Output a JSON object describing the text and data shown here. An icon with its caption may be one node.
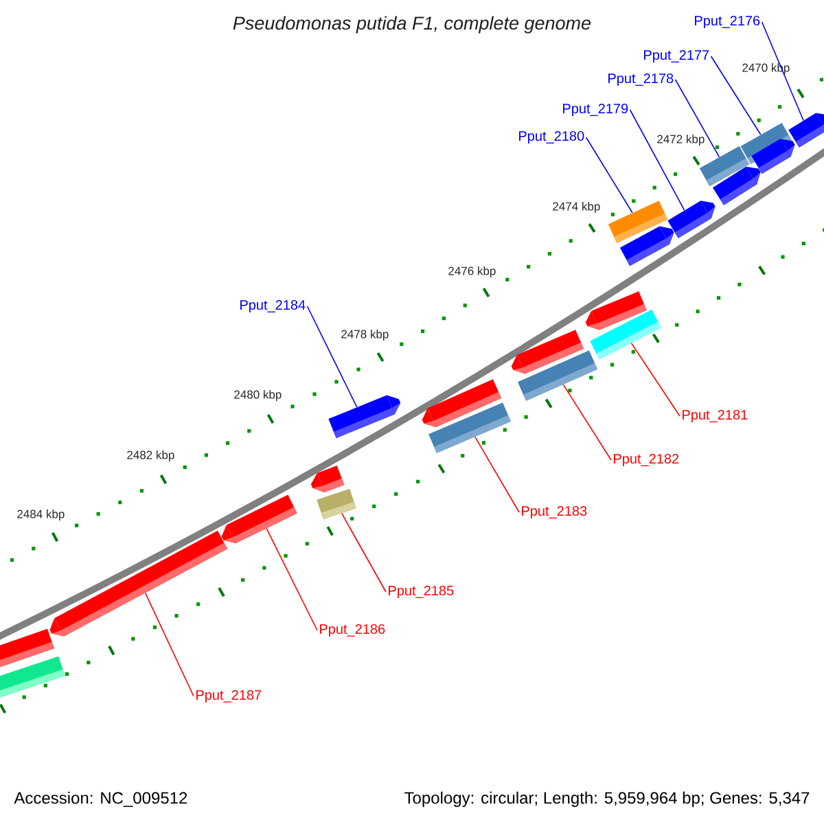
{
  "diagram": {
    "title": "Pseudomonas putida F1, complete genome",
    "nodes": [
      {
        "text": [
          "Pput_2176"
        ]
      },
      {
        "text": [
          "Pput_2177"
        ]
      },
      {
        "text": [
          "Pput_2178"
        ]
      },
      {
        "text": [
          "Pput_2179"
        ]
      },
      {
        "text": [
          "Pput_2180"
        ]
      },
      {
        "text": [
          "Pput_2184"
        ]
      },
      {
        "text": [
          "Pput_2181"
        ]
      },
      {
        "text": [
          "Pput_2182"
        ]
      },
      {
        "text": [
          "Pput_2183"
        ]
      },
      {
        "text": [
          "Pput_2185"
        ]
      },
      {
        "text": [
          "Pput_2186"
        ]
      },
      {
        "text": [
          "Pput_2187"
        ]
      },
      {
        "text": [],
        "shape": "bar"
      },
      {
        "text": [],
        "shape": "bar"
      },
      {
        "text": [],
        "shape": "bar"
      },
      {
        "text": [],
        "shape": "bar"
      },
      {
        "text": [],
        "shape": "bar"
      },
      {
        "text": [],
        "shape": "bar"
      },
      {
        "text": [],
        "shape": "bar"
      },
      {
        "text": [],
        "shape": "bar"
      },
      {
        "text": [],
        "shape": "bar"
      },
      {
        "text": [],
        "shape": "bar"
      },
      {
        "text": [],
        "shape": "bar"
      },
      {
        "text": [],
        "shape": "bar"
      },
      {
        "text": [],
        "shape": "bar"
      },
      {
        "text": [],
        "shape": "bar"
      },
      {
        "text": [],
        "shape": "bar"
      },
      {
        "text": [],
        "shape": "bar"
      },
      {
        "text": [],
        "shape": "bar"
      },
      {
        "text": [],
        "shape": "bar"
      },
      {
        "text": [],
        "shape": "bar"
      },
      {
        "text": [],
        "shape": "bar"
      },
      {
        "text": [],
        "shape": "bar"
      }
    ],
    "edges": [
      {
        "from": 0,
        "to": 12,
        "arrow": "none",
        "color": "#0000ff"
      },
      {
        "from": 1,
        "to": 13,
        "arrow": "none",
        "color": "#0000ff"
      },
      {
        "from": 2,
        "to": 15,
        "arrow": "none",
        "color": "#0000ff"
      },
      {
        "from": 3,
        "to": 17,
        "arrow": "none",
        "color": "#0000ff"
      },
      {
        "from": 4,
        "to": 18,
        "arrow": "none",
        "color": "#0000ff"
      },
      {
        "from": 5,
        "to": 25,
        "arrow": "none",
        "color": "#0000ff"
      },
      {
        "from": 6,
        "to": 21,
        "arrow": "none",
        "color": "#ff0000"
      },
      {
        "from": 7,
        "to": 23,
        "arrow": "none",
        "color": "#ff0000"
      },
      {
        "from": 8,
        "to": 26,
        "arrow": "none",
        "color": "#ff0000"
      },
      {
        "from": 9,
        "to": 28,
        "arrow": "none",
        "color": "#ff0000"
      },
      {
        "from": 10,
        "to": 29,
        "arrow": "none",
        "color": "#ff0000"
      },
      {
        "from": 11,
        "to": 30,
        "arrow": "none",
        "color": "#ff0000"
      }
    ],
    "labels": [
      "2470 kbp",
      "2472 kbp",
      "2474 kbp",
      "2476 kbp",
      "2478 kbp",
      "2480 kbp",
      "2482 kbp",
      "2484 kbp",
      "Accession: NC_009512",
      "Topology: circular; Length: 5,959,964 bp; Genes: 5,347"
    ]
  }
}
